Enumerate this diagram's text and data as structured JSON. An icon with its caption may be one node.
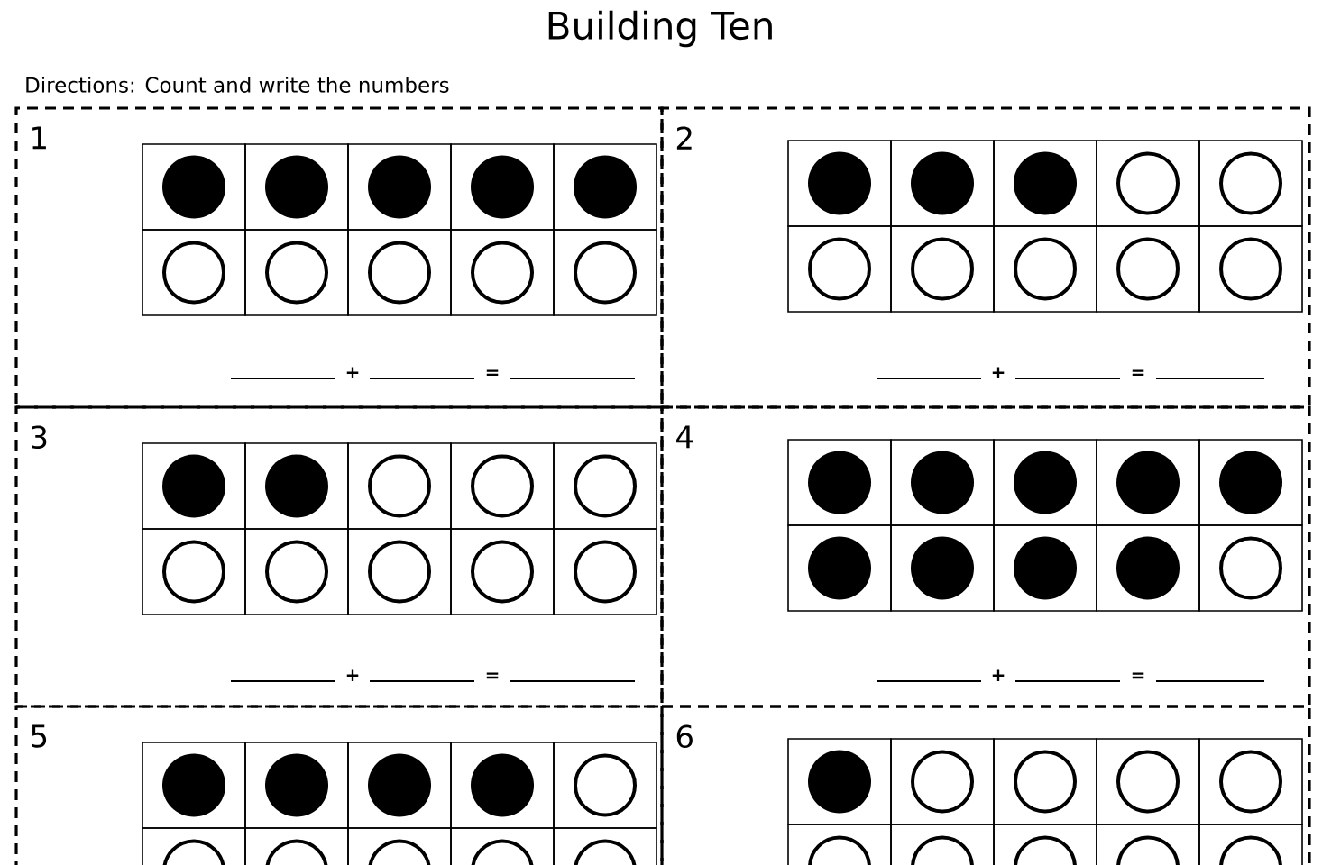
{
  "diagram": {
    "title": "Building Ten",
    "nodes": [
      {
        "text": [
          "1"
        ]
      },
      {
        "text": [
          "2"
        ]
      },
      {
        "text": [
          "3"
        ]
      },
      {
        "text": [
          "4"
        ]
      },
      {
        "text": [
          "5"
        ]
      },
      {
        "text": [
          "6"
        ]
      }
    ],
    "labels": [
      "Directions: Count and write the numbers",
      "+",
      "=",
      "+",
      "=",
      "+",
      "=",
      "+",
      "="
    ]
  }
}
